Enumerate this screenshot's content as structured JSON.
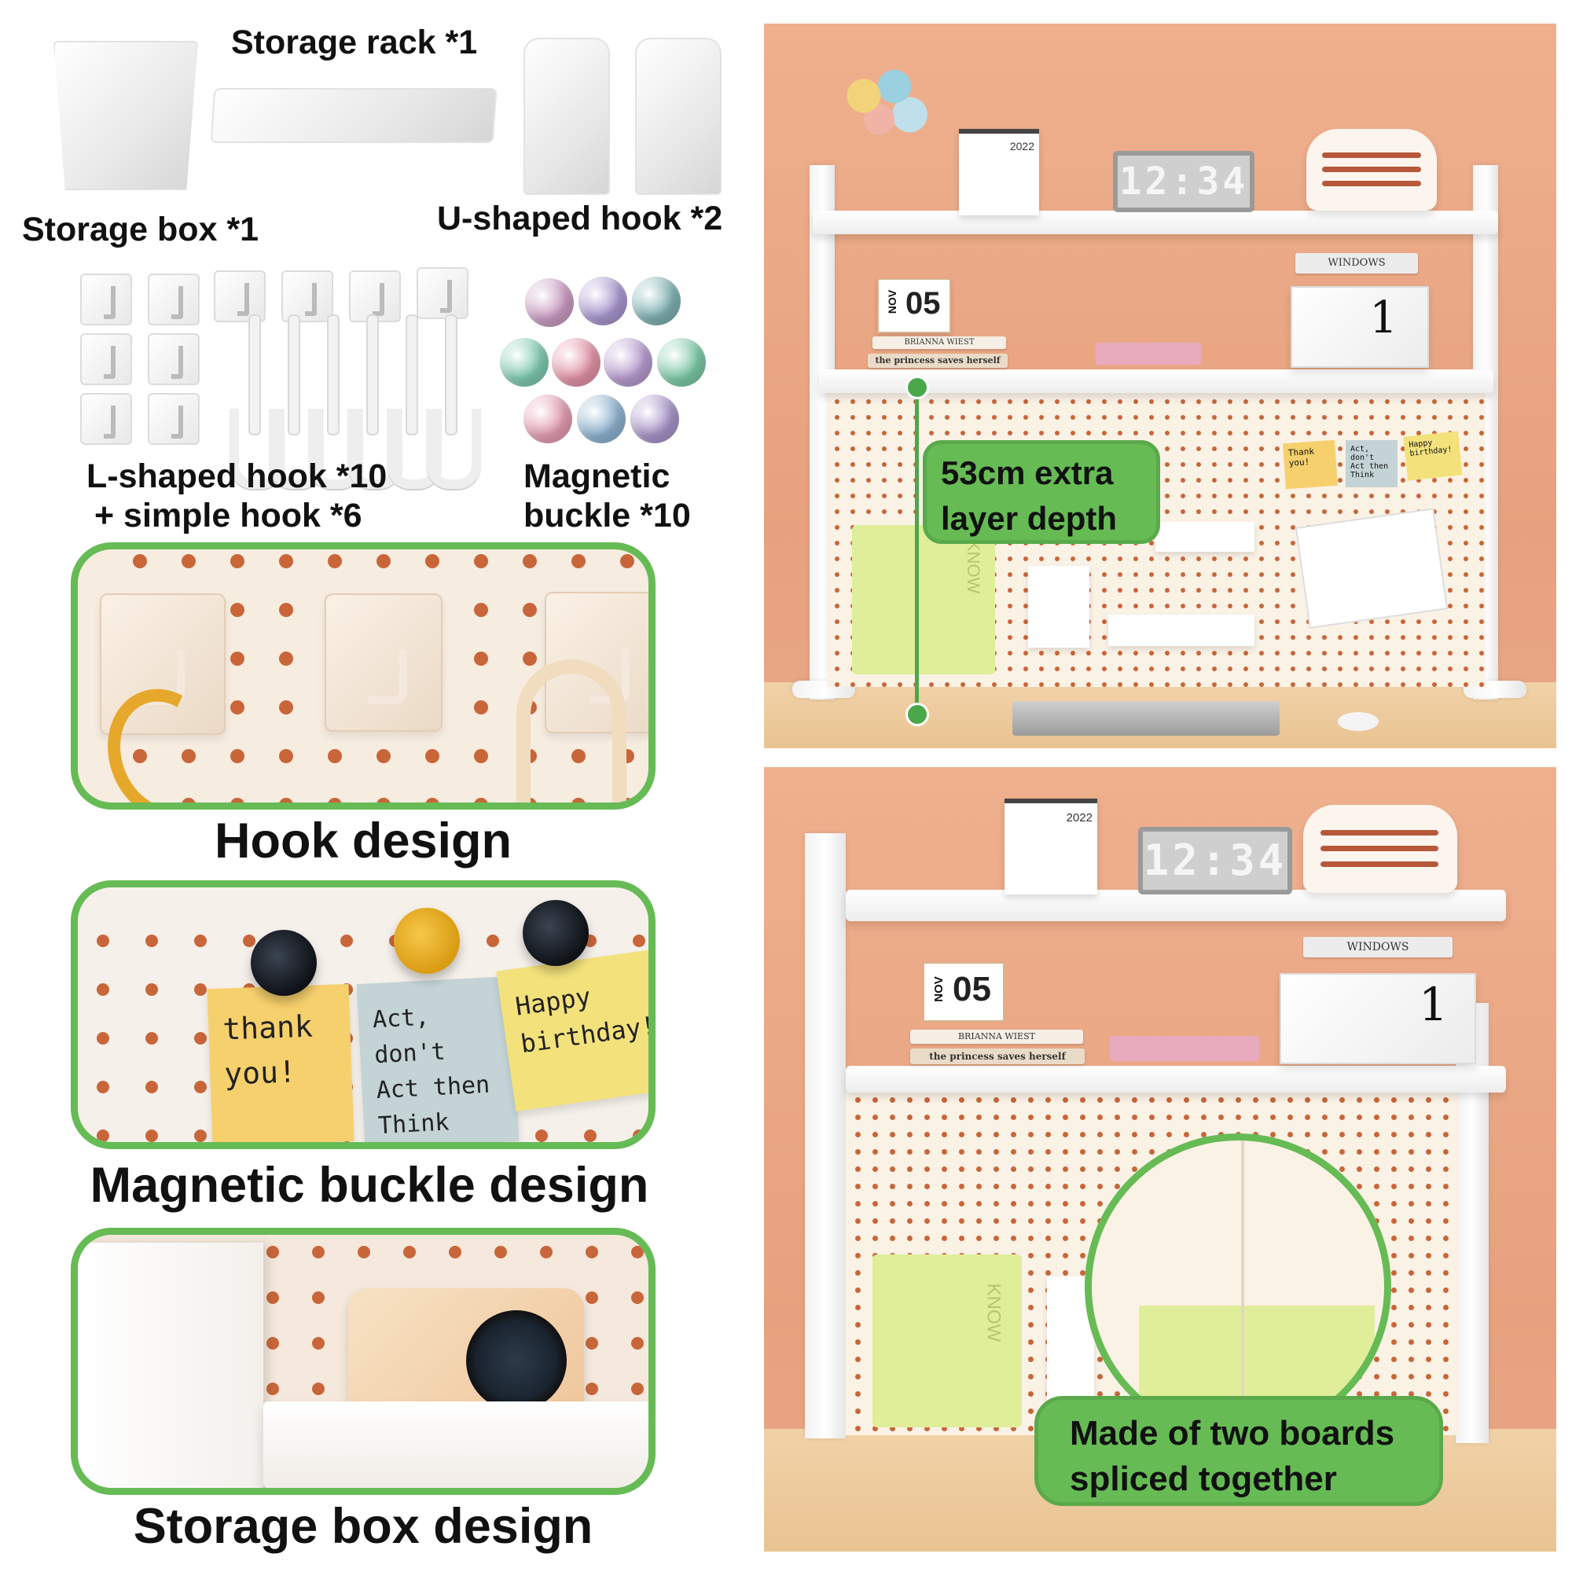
{
  "accessories": {
    "storage_rack": "Storage rack *1",
    "storage_box": "Storage box *1",
    "u_hook": "U-shaped hook *2",
    "l_hook_line1": "L-shaped hook *10",
    "l_hook_line2": "+ simple hook *6",
    "magnet_line1": "Magnetic",
    "magnet_line2": "buckle *10"
  },
  "magnet_colors": [
    "#c99bc2",
    "#a896cf",
    "#7fb1b2",
    "#7fcab0",
    "#e293a6",
    "#b79bd0",
    "#7cc9a6",
    "#e39db1",
    "#8eb2cf",
    "#a894c9"
  ],
  "details": {
    "hook": {
      "caption": "Hook design"
    },
    "magnet": {
      "caption": "Magnetic buckle design",
      "notes": [
        "thank\nyou!",
        "Act, don't\nAct then\nThink",
        "Happy\nbirthday!"
      ]
    },
    "storage": {
      "caption": "Storage box design"
    }
  },
  "scene_top": {
    "callout_line1": "53cm extra",
    "callout_line2": "layer depth",
    "clock": "12:34",
    "calendar_month": "NOV",
    "calendar_day": "05",
    "calendar_year": "2022",
    "book1": "BRIANNA WIEST",
    "book2": "the princess saves herself",
    "book3": "WINDOWS",
    "box_number": "1",
    "notes": [
      "Thank you!",
      "Act, don't Act then Think",
      "Happy birthday!"
    ],
    "book_spine": "KNOW"
  },
  "scene_bottom": {
    "callout_line1": "Made of two boards",
    "callout_line2": "spliced together",
    "clock": "12:34",
    "calendar_month": "NOV",
    "calendar_day": "05",
    "calendar_year": "2022",
    "book1": "BRIANNA WIEST",
    "book2": "the princess saves herself",
    "book3": "WINDOWS",
    "box_number": "1",
    "book_spine": "KNOW"
  },
  "colors": {
    "accent_green": "#66bb55",
    "pegboard_hole": "#c8663a",
    "wall": "#efb08e"
  }
}
